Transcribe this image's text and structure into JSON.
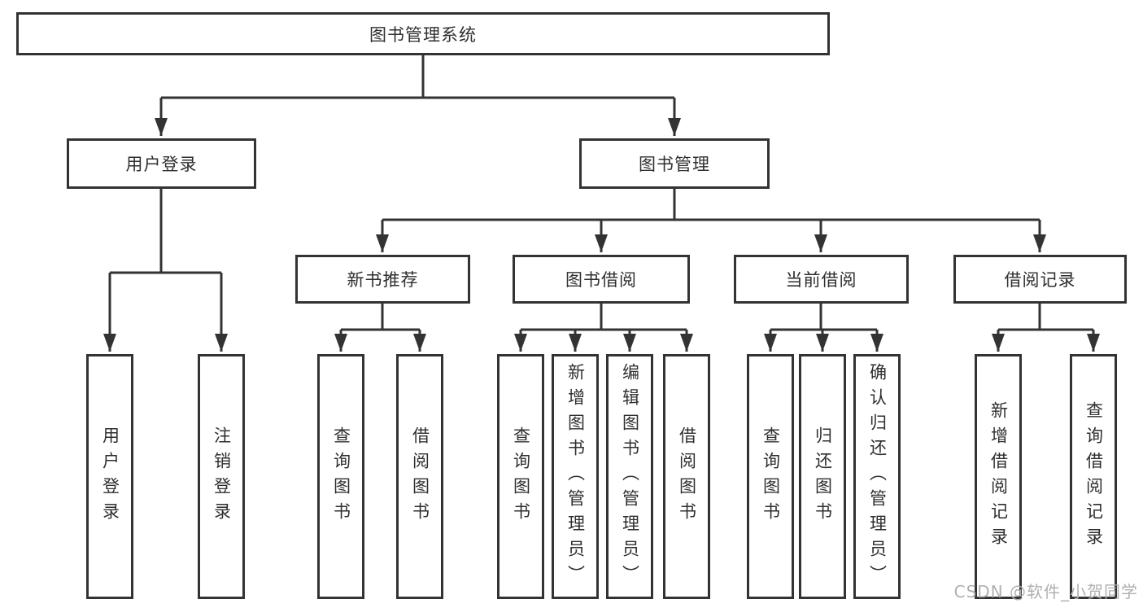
{
  "diagram": {
    "root": {
      "label": "图书管理系统"
    },
    "branches": [
      {
        "label": "用户登录"
      },
      {
        "label": "图书管理"
      }
    ],
    "modules": [
      {
        "label": "新书推荐"
      },
      {
        "label": "图书借阅"
      },
      {
        "label": "当前借阅"
      },
      {
        "label": "借阅记录"
      }
    ],
    "leaves": [
      {
        "label": "用户登录"
      },
      {
        "label": "注销登录"
      },
      {
        "label": "查询图书"
      },
      {
        "label": "借阅图书"
      },
      {
        "label": "查询图书"
      },
      {
        "label": "新增图书（管理员）"
      },
      {
        "label": "编辑图书（管理员）"
      },
      {
        "label": "借阅图书"
      },
      {
        "label": "查询图书"
      },
      {
        "label": "归还图书"
      },
      {
        "label": "确认归还（管理员）"
      },
      {
        "label": "新增借阅记录"
      },
      {
        "label": "查询借阅记录"
      }
    ]
  },
  "watermark": "CSDN @软件_小贺同学",
  "colors": {
    "line": "#333333",
    "box_background": "#ffffff",
    "text": "#2f2f2f",
    "watermark": "#b0b0b0"
  }
}
